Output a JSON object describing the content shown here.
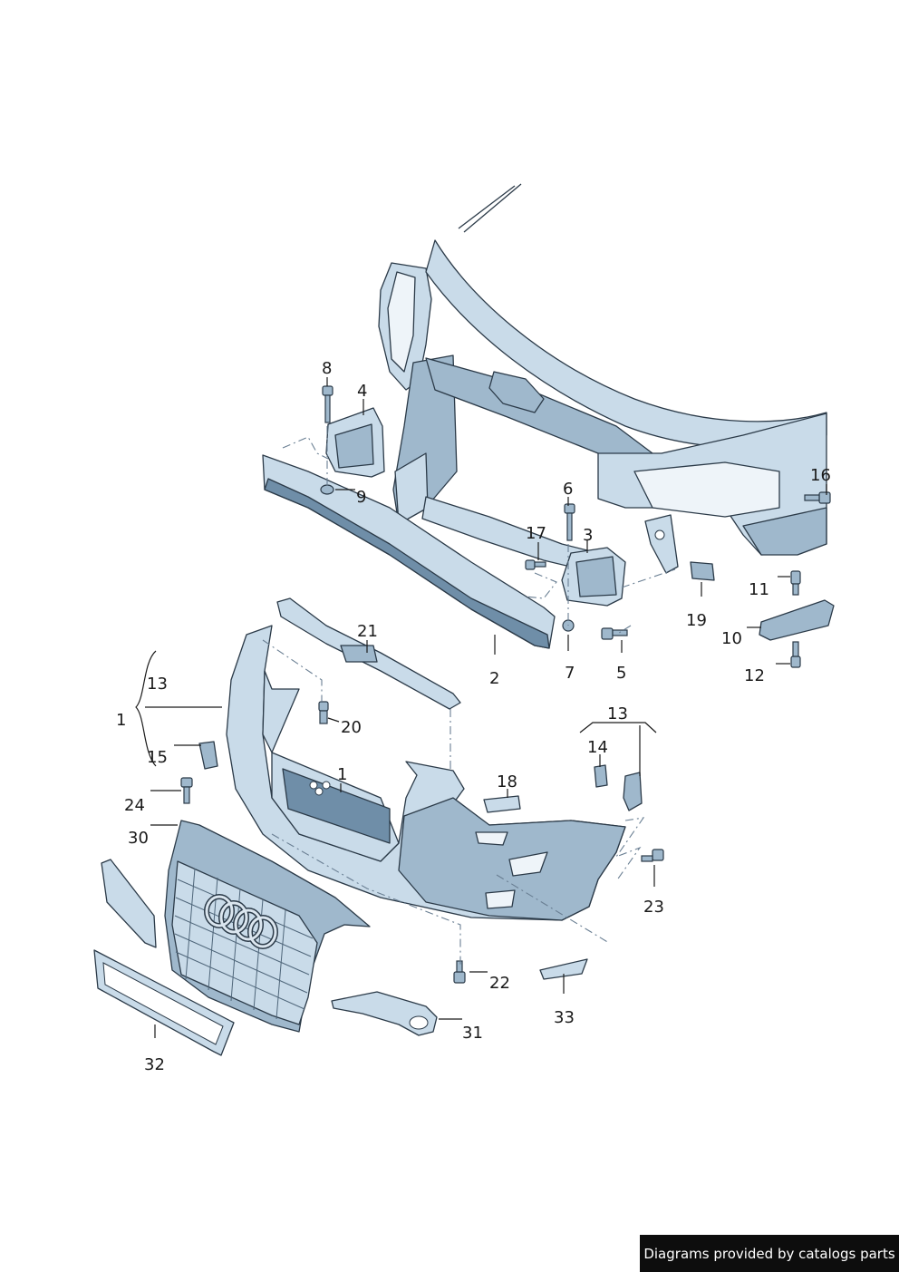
{
  "labels": {
    "l1": "1",
    "l1b": "1",
    "l2": "2",
    "l3": "3",
    "l4": "4",
    "l5": "5",
    "l6": "6",
    "l7": "7",
    "l8": "8",
    "l9": "9",
    "l10": "10",
    "l11": "11",
    "l12": "12",
    "l13a": "13",
    "l13b": "13",
    "l14": "14",
    "l15": "15",
    "l16": "16",
    "l17": "17",
    "l18": "18",
    "l19": "19",
    "l20": "20",
    "l21": "21",
    "l22": "22",
    "l23": "23",
    "l24": "24",
    "l30": "30",
    "l31": "31",
    "l32": "32",
    "l33": "33"
  },
  "credit": "Diagrams provided by catalogs parts",
  "colors": {
    "part_light": "#c9dbe9",
    "part_mid": "#9fb8cc",
    "part_dark": "#6f8ea8",
    "outline": "#2b3a48",
    "credit_bg": "#0d0d0d"
  }
}
